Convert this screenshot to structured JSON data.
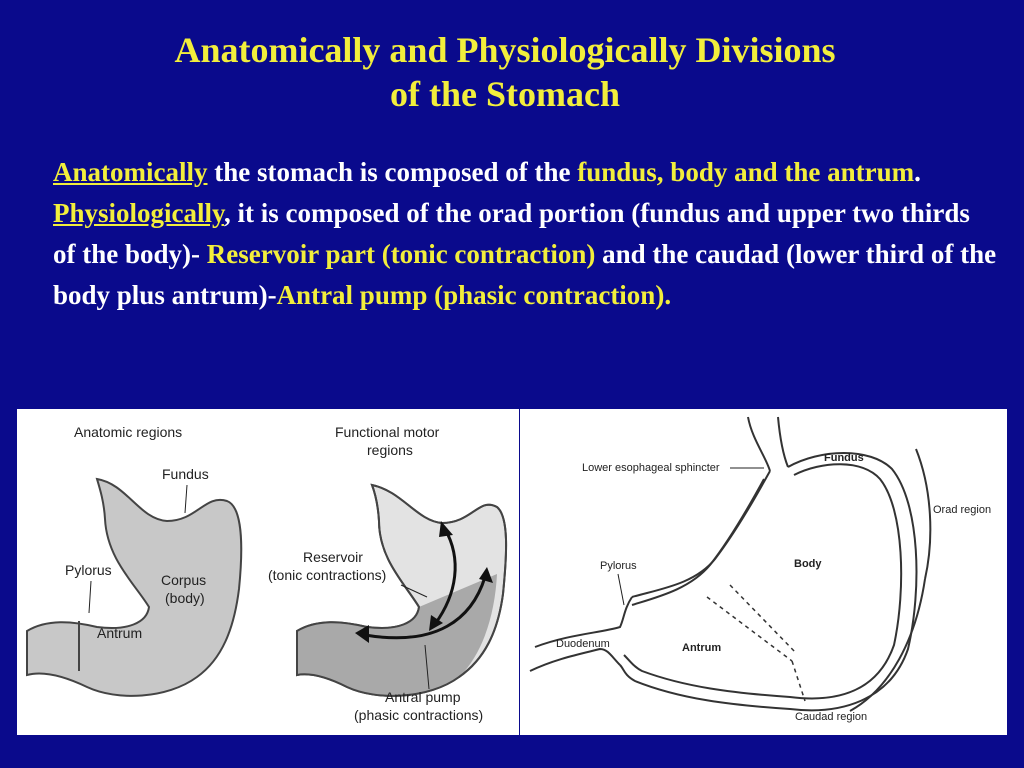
{
  "title": {
    "line1": "Anatomically and Physiologically Divisions",
    "line2": "of the Stomach"
  },
  "paragraph": {
    "t1": "Anatomically",
    "t2": " the stomach is composed of the ",
    "t3": "fundus, body and the antrum",
    "t4": ". ",
    "t5": "Physiologically",
    "t6": ", it is composed of the orad portion (fundus and upper two thirds of the body)- ",
    "t7": "Reservoir part (tonic contraction)",
    "t8": " and the caudad (lower third of the body plus antrum)-",
    "t9": "Antral pump (phasic contraction)."
  },
  "figure_left": {
    "anatomic_heading": "Anatomic regions",
    "fundus": "Fundus",
    "pylorus": "Pylorus",
    "corpus": "Corpus",
    "body": "(body)",
    "antrum": "Antrum",
    "functional_heading_1": "Functional motor",
    "functional_heading_2": "regions",
    "reservoir": "Reservoir",
    "tonic": "(tonic contractions)",
    "antral_pump": "Antral pump",
    "phasic": "(phasic contractions)"
  },
  "figure_right": {
    "les": "Lower esophageal sphincter",
    "fundus": "Fundus",
    "orad": "Orad region",
    "body": "Body",
    "pylorus": "Pylorus",
    "duodenum": "Duodenum",
    "antrum": "Antrum",
    "caudad": "Caudad region"
  },
  "colors": {
    "background": "#0a0a8c",
    "title": "#f2ee3c",
    "highlight": "#f2ee3c",
    "text": "#ffffff",
    "stomach_fill": "#c8c8c8",
    "reservoir_fill": "#e3e3e3",
    "pump_fill": "#a9a9a9"
  }
}
